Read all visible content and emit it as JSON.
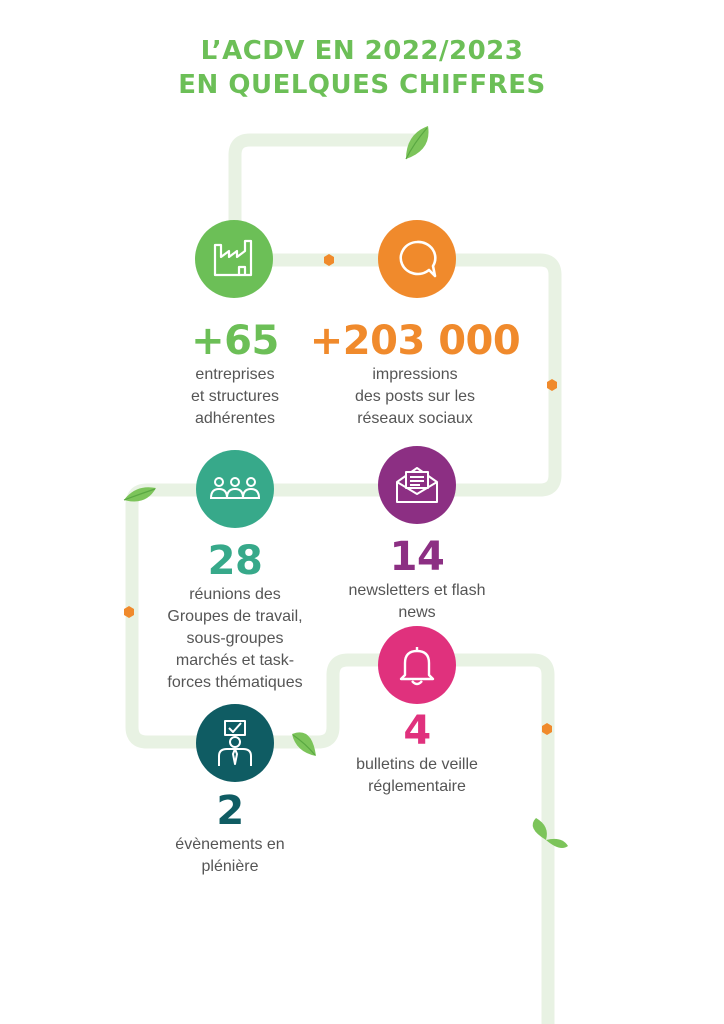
{
  "title": {
    "line1": "L’ACDV EN 2022/2023",
    "line2": "EN QUELQUES CHIFFRES"
  },
  "colors": {
    "title": "#6cbf57",
    "path": "#e8f2e3",
    "accent_dot": "#f08a2c",
    "leaf": "#7cc45a",
    "green": "#6cbf57",
    "orange": "#f08a2c",
    "teal": "#37a98a",
    "purple": "#8c2f83",
    "magenta": "#e0317d",
    "dark_teal": "#0f5c63"
  },
  "stats": [
    {
      "id": "members",
      "icon": "factory-icon",
      "value": "+65",
      "label": [
        "entreprises",
        "et structures",
        "adhérentes"
      ]
    },
    {
      "id": "impressions",
      "icon": "chat-bubble-icon",
      "value": "+203 000",
      "label": [
        "impressions",
        "des posts sur les",
        "réseaux sociaux"
      ]
    },
    {
      "id": "meetings",
      "icon": "group-icon",
      "value": "28",
      "label": [
        "réunions des",
        "Groupes de travail,",
        "sous-groupes",
        "marchés et task-",
        "forces thématiques"
      ]
    },
    {
      "id": "newsletters",
      "icon": "envelope-icon",
      "value": "14",
      "label": [
        "newsletters et flash",
        "news"
      ]
    },
    {
      "id": "bulletins",
      "icon": "bell-icon",
      "value": "4",
      "label": [
        "bulletins de veille",
        "réglementaire"
      ]
    },
    {
      "id": "events",
      "icon": "presenter-icon",
      "value": "2",
      "label": [
        "évènements en",
        "plénière"
      ]
    }
  ]
}
